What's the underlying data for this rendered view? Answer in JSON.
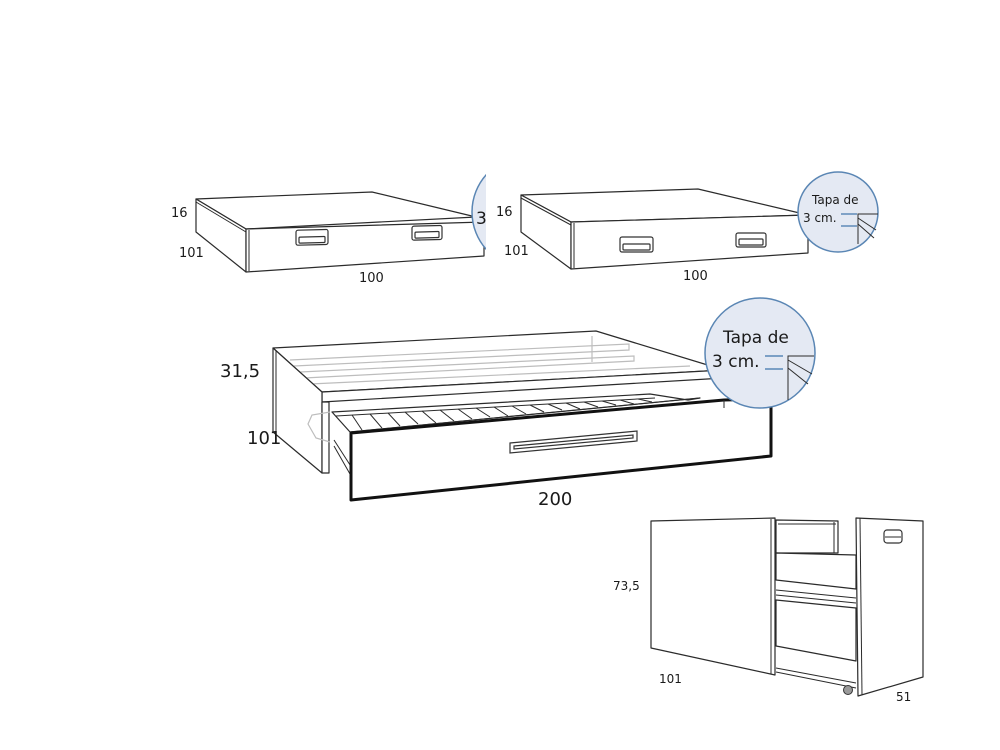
{
  "colors": {
    "line": "#2b2b2b",
    "callout_fill": "#e4e9f3",
    "callout_stroke": "#5a86b4",
    "background": "#ffffff"
  },
  "drawings": {
    "drawer_small_left": {
      "height_label": "16",
      "depth_label": "101",
      "width_label": "100",
      "callout_partial_text": "3"
    },
    "drawer_small_right": {
      "height_label": "16",
      "depth_label": "101",
      "width_label": "100",
      "callout": {
        "line1": "Tapa de",
        "line2": "3 cm."
      }
    },
    "trundle_bed": {
      "height_label": "31,5",
      "depth_label": "101",
      "width_label": "200",
      "callout": {
        "line1": "Tapa de",
        "line2": "3 cm."
      }
    },
    "cabinet_pullout": {
      "height_label": "73,5",
      "depth_label": "101",
      "width_label": "51"
    }
  }
}
